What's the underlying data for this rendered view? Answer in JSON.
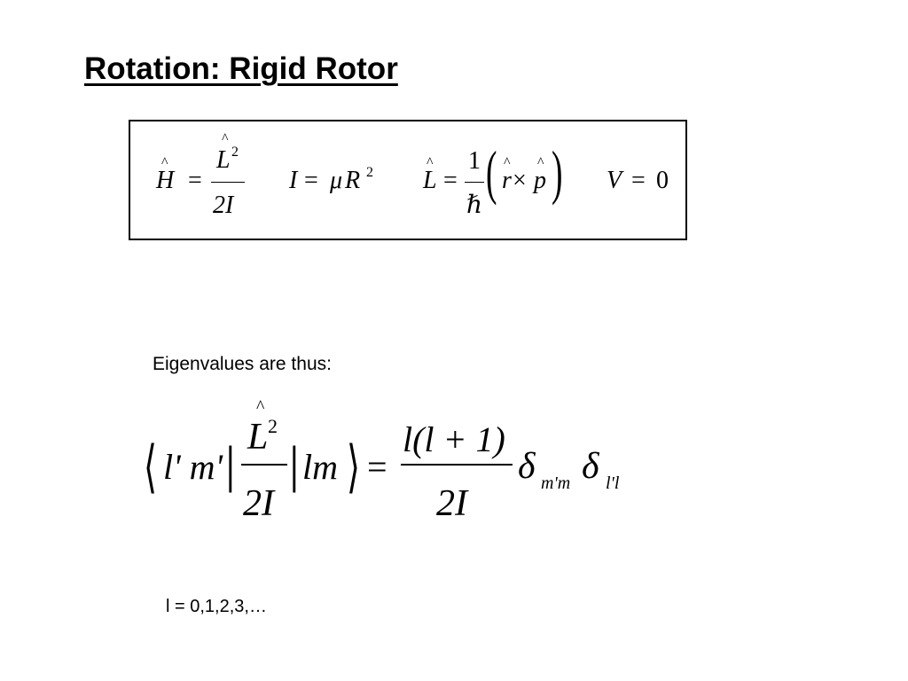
{
  "slide": {
    "title": "Rotation: Rigid Rotor",
    "eigen_label": "Eigenvalues are thus:",
    "l_values": "l = 0,1,2,3,…"
  },
  "math": {
    "hat": "^",
    "H": "H",
    "L": "L",
    "two": "2",
    "I": "I",
    "eq": "=",
    "two_I": "2I",
    "mu": "μ",
    "R": "R",
    "one": "1",
    "hbar": "ℏ",
    "r": "r",
    "cross": "×",
    "p": "p",
    "V": "V",
    "zero": "0",
    "lparen": "(",
    "rparen": ")",
    "langle": "⟨",
    "rangle": "⟩",
    "vbar": "|",
    "bra": "l' m'",
    "ket": "lm",
    "numerator": "l(l + 1)",
    "delta": "δ",
    "sub_mm": "m'm",
    "sub_ll": "l'l"
  }
}
